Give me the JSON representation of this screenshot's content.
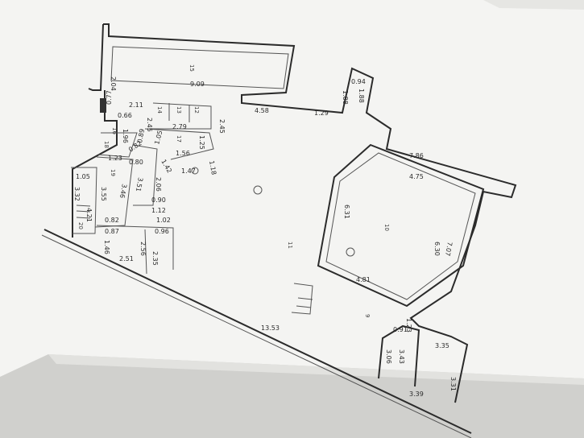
{
  "colors": {
    "paper": "#f4f4f2",
    "background": "#c9c9c6",
    "ink": "#2b2b2b"
  },
  "dimensions": {
    "d_204": "2.04",
    "d_909": "9.09",
    "d_094": "0.94",
    "d_188a": "1.88",
    "d_188b": "1.88",
    "d_458": "4.58",
    "d_129": "1.29",
    "d_077": "0.77",
    "d_211": "2.11",
    "d_066": "0.66",
    "d_245a": "2.45",
    "d_279": "2.79",
    "d_125": "1.25",
    "d_245b": "2.45",
    "d_196": "1.96",
    "d_105": "1.05",
    "d_156": "1.56",
    "d_089": "0.89",
    "d_082": "0.82",
    "d_142": "1.42",
    "d_118": "1.18",
    "d_123": "1.23",
    "d_080": "0.80",
    "d_147": "1.47",
    "d_206": "2.06",
    "d_346": "3.46",
    "d_351": "3.51",
    "d_090": "0.90",
    "d_105b": "1.05",
    "d_332": "3.32",
    "d_355": "3.55",
    "d_421": "4.21",
    "d_112": "1.12",
    "d_082b": "0.82",
    "d_102": "1.02",
    "d_087": "0.87",
    "d_096": "0.96",
    "d_146": "1.46",
    "d_256": "2.56",
    "d_235": "2.35",
    "d_251": "2.51",
    "d_786": "7.86",
    "d_475": "4.75",
    "d_631": "6.31",
    "d_630": "6.30",
    "d_707": "7.07",
    "d_481": "4.81",
    "d_1353": "13.53",
    "d_123b": "1.23",
    "d_091": "0.91",
    "d_335": "3.35",
    "d_343": "3.43",
    "d_306": "3.06",
    "d_331": "3.31",
    "d_339": "3.39"
  },
  "rooms": {
    "r_top": "15",
    "r_s1": "14",
    "r_s2": "13",
    "r_s3": "12",
    "r_c1": "16",
    "r_c2": "17",
    "r_c3": "18",
    "r_c4": "19",
    "r_stair": "20",
    "r_big": "11",
    "r_hall": "10",
    "r_low": "9"
  }
}
